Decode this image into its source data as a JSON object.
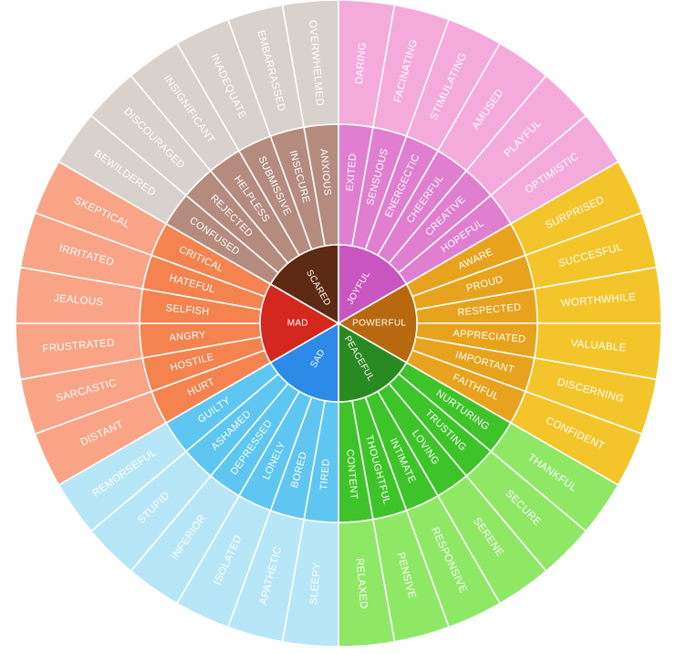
{
  "wheel": {
    "groups": [
      {
        "core": "MAD",
        "colors": {
          "core": "#d4281e",
          "mid": "#f4834f",
          "outer": "#f9a487"
        },
        "mid": [
          {
            "label": "HURT",
            "outer": [
              "DISTANT",
              "SARCASTIC"
            ]
          },
          {
            "label": "HOSTILE",
            "outer": [
              "FRUSTRATED"
            ]
          },
          {
            "label": "ANGRY",
            "outer": [
              "JEALOUS"
            ]
          },
          {
            "label": "SELFISH",
            "outer": [
              "IRRITATED"
            ]
          },
          {
            "label": "HATEFUL",
            "outer": [
              "SKEPTICAL"
            ]
          },
          {
            "label": "CRITICAL",
            "outer": []
          }
        ]
      },
      {
        "core": "SCARED",
        "colors": {
          "core": "#5c2a12",
          "mid": "#b58b7e",
          "outer": "#d9d1cb"
        },
        "mid": [
          {
            "label": "CONFUSED",
            "outer": [
              "BEWILDERED"
            ]
          },
          {
            "label": "REJECTED",
            "outer": [
              "DISCOURAGED"
            ]
          },
          {
            "label": "HELPLESS",
            "outer": [
              "INSIGNIFICANT"
            ]
          },
          {
            "label": "SUBMISSIVE",
            "outer": [
              "INADEQUATE"
            ]
          },
          {
            "label": "INSECURE",
            "outer": [
              "EMBARRASSED"
            ]
          },
          {
            "label": "ANXIOUS",
            "outer": [
              "OVERWHELMED"
            ]
          }
        ]
      },
      {
        "core": "JOYFUL",
        "colors": {
          "core": "#c955c0",
          "mid": "#e07fd0",
          "outer": "#f4abdb"
        },
        "mid": [
          {
            "label": "EXITED",
            "outer": [
              "DARING"
            ]
          },
          {
            "label": "SENSUOUS",
            "outer": [
              "FACINATING"
            ]
          },
          {
            "label": "ENERGECTIC",
            "outer": [
              "STIMULATING"
            ]
          },
          {
            "label": "CHEERFUL",
            "outer": [
              "AMUSED"
            ]
          },
          {
            "label": "CREATIVE",
            "outer": [
              "PLAYFUL"
            ]
          },
          {
            "label": "HOPEFUL",
            "outer": [
              "OPTIMISTIC"
            ]
          }
        ]
      },
      {
        "core": "POWERFUL",
        "colors": {
          "core": "#b8690f",
          "mid": "#e7a31e",
          "outer": "#f4c52a"
        },
        "mid": [
          {
            "label": "AWARE",
            "outer": [
              "SURPRISED"
            ]
          },
          {
            "label": "PROUD",
            "outer": [
              "SUCCESFUL"
            ]
          },
          {
            "label": "RESPECTED",
            "outer": [
              "WORTHWHILE"
            ]
          },
          {
            "label": "APPRECIATED",
            "outer": [
              "VALUABLE"
            ]
          },
          {
            "label": "IMPORTANT",
            "outer": [
              "DISCERNING"
            ]
          },
          {
            "label": "FAITHFUL",
            "outer": [
              "CONFIDENT"
            ]
          }
        ]
      },
      {
        "core": "PEACEFUL",
        "colors": {
          "core": "#2a8a22",
          "mid": "#3ec42a",
          "outer": "#8ee866"
        },
        "mid": [
          {
            "label": "NURTURING",
            "outer": [
              "THANKFUL"
            ]
          },
          {
            "label": "TRUSTING",
            "outer": [
              "SECURE"
            ]
          },
          {
            "label": "LOVING",
            "outer": [
              "SERENE"
            ]
          },
          {
            "label": "INTIMATE",
            "outer": [
              "RESPONSIVE"
            ]
          },
          {
            "label": "THOUGHTFUL",
            "outer": [
              "PENSIVE"
            ]
          },
          {
            "label": "CONTENT",
            "outer": [
              "RELAXED"
            ]
          }
        ]
      },
      {
        "core": "SAD",
        "colors": {
          "core": "#2c8be8",
          "mid": "#5fc6f2",
          "outer": "#b7e6f8"
        },
        "mid": [
          {
            "label": "TIRED",
            "outer": [
              "SLEEPY"
            ]
          },
          {
            "label": "BORED",
            "outer": [
              "APATHETIC"
            ]
          },
          {
            "label": "LONELY",
            "outer": [
              "ISOLATED"
            ]
          },
          {
            "label": "DEPRESSED",
            "outer": [
              "INFERIOR"
            ]
          },
          {
            "label": "ASHAMED",
            "outer": [
              "STUPID"
            ]
          },
          {
            "label": "GUILTY",
            "outer": [
              "REMORSEFUL"
            ]
          }
        ]
      }
    ]
  }
}
